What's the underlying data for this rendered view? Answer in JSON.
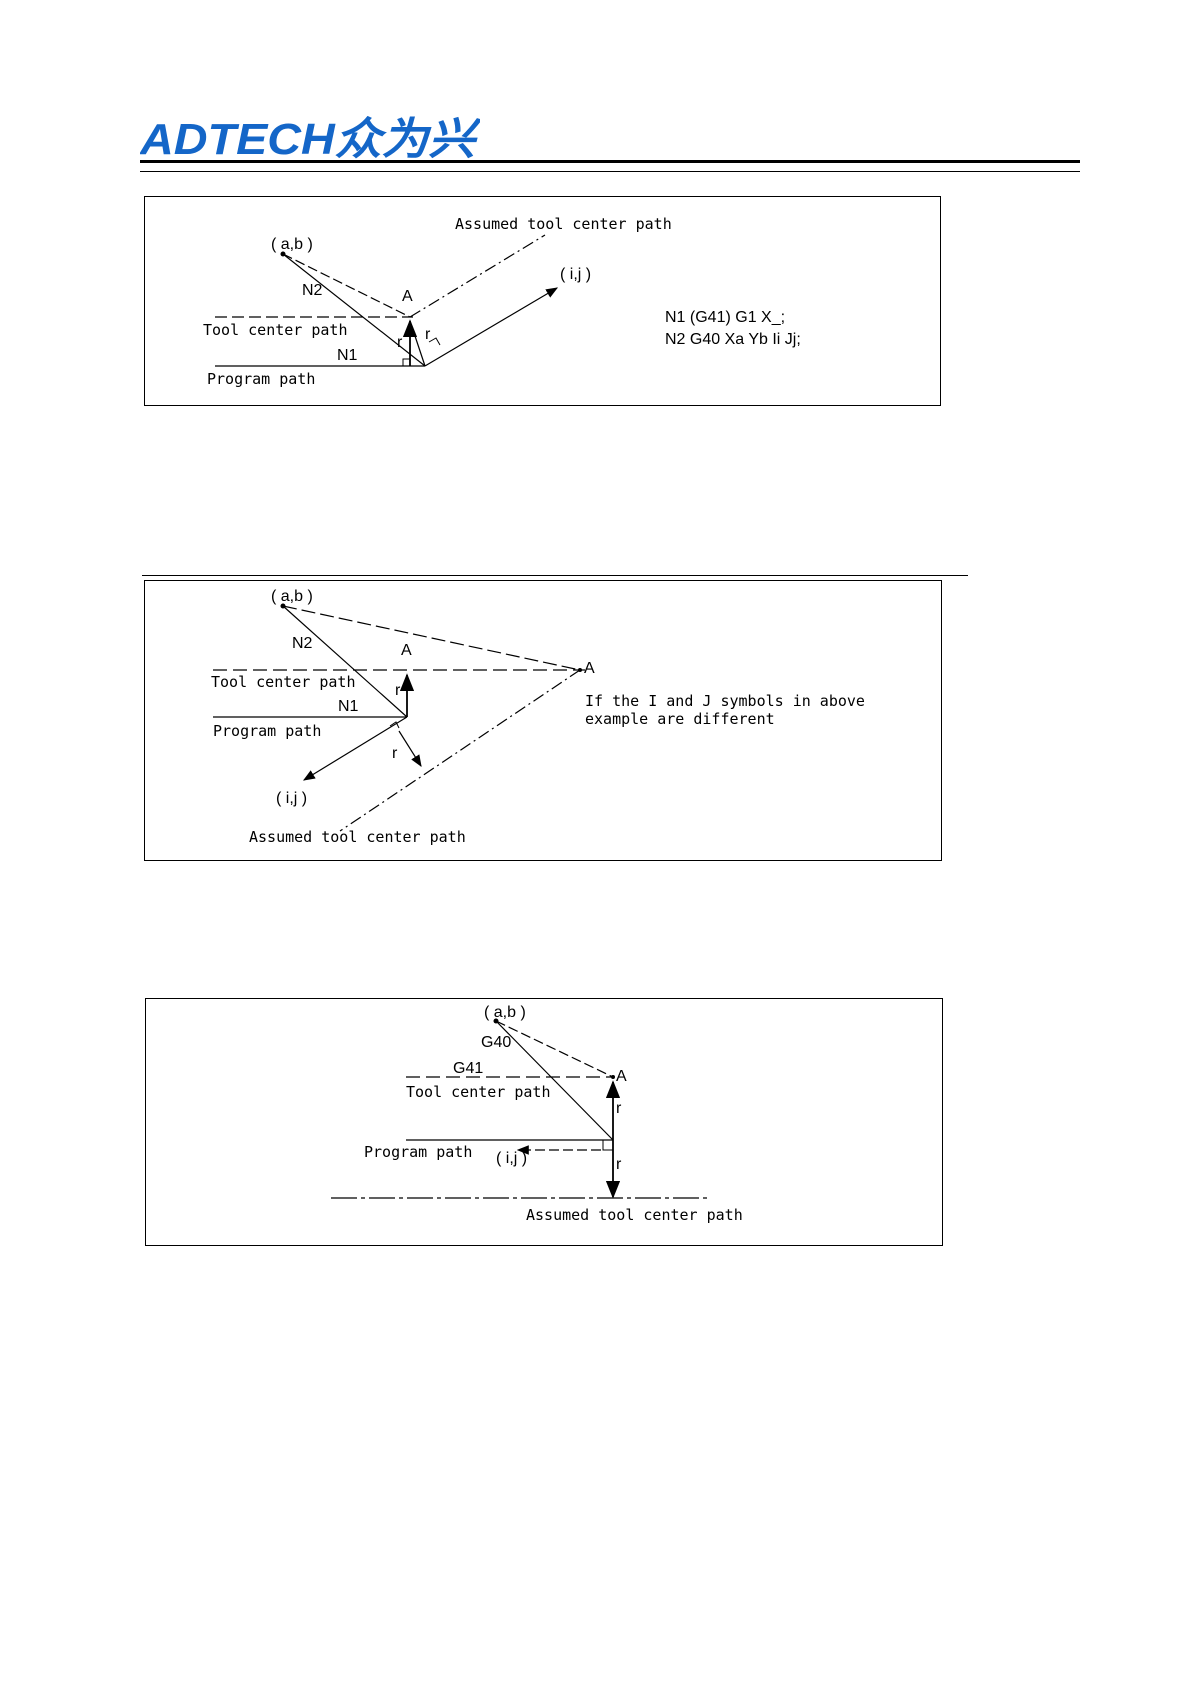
{
  "header": {
    "logo_text": "ADTECH众为兴",
    "brand_color": "#1466c8"
  },
  "figure1": {
    "label_ab": "( a,b )",
    "label_assumed": "Assumed tool center path",
    "label_ij": "( i,j )",
    "label_n2": "N2",
    "label_a": "A",
    "label_tool": "Tool center path",
    "label_r_left": "r",
    "label_r_right": "r",
    "label_n1": "N1",
    "label_program": "Program path",
    "code_line1": "N1 (G41) G1 X_;",
    "code_line2": "N2 G40 Xa Yb Ii Jj;"
  },
  "figure2": {
    "label_ab": "( a,b )",
    "label_n2": "N2",
    "label_a": "A",
    "label_a_far": "A",
    "label_tool": "Tool center path",
    "label_r_up": "r",
    "label_n1": "N1",
    "label_program": "Program path",
    "label_r_down": "r",
    "label_ij": "( i,j )",
    "label_assumed": "Assumed tool center path",
    "note_line1": "If the I and J symbols in above",
    "note_line2": "example are different"
  },
  "figure3": {
    "label_ab": "( a,b )",
    "label_g40": "G40",
    "label_g41": "G41",
    "label_a": "A",
    "label_tool": "Tool center path",
    "label_r_up": "r",
    "label_program": "Program path",
    "label_ij": "( i,j )",
    "label_r_down": "r",
    "label_assumed": "Assumed tool center path"
  }
}
